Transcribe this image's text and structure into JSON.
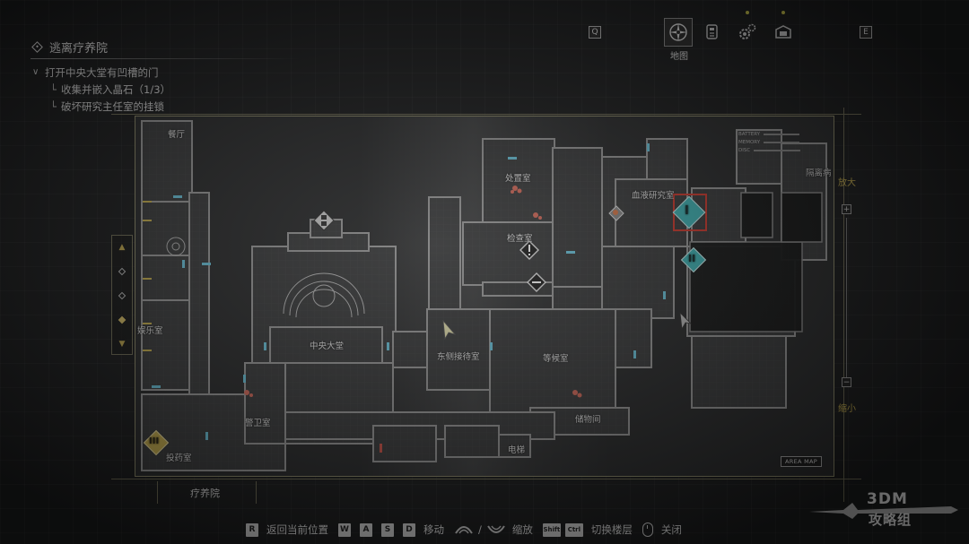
{
  "objectives": {
    "title": "逃离疗养院",
    "main": "打开中央大堂有凹槽的门",
    "subs": [
      "收集并嵌入晶石（1/3）",
      "破坏研究主任室的挂锁"
    ]
  },
  "tabs": {
    "key_left": "Q",
    "key_right": "E",
    "active_label": "地图",
    "items": [
      "map-compass-icon",
      "files-icon",
      "gear-icon",
      "inventory-box-icon"
    ]
  },
  "map": {
    "rooms": {
      "canteen": "餐厅",
      "treatment": "处置室",
      "blood_lab": "血液研究室",
      "isolation": "隔离病",
      "exam": "检查室",
      "recreation": "娱乐室",
      "central_hall": "中央大堂",
      "east_lounge": "东侧接待室",
      "waiting": "等候室",
      "guard": "警卫室",
      "storage": "储物间",
      "pharmacy": "投药室",
      "elevator": "电梯"
    },
    "zoom_in": "放大",
    "zoom_out": "缩小",
    "badge": "AREA MAP",
    "legend": [
      "BATTERY",
      "MEMORY",
      "DISC"
    ],
    "markers": {
      "objective_one": "I",
      "objective_two": "II",
      "objective_three": "III"
    },
    "floors": [
      "▲",
      "",
      "",
      "",
      "▼"
    ],
    "area_name": "疗养院",
    "colors": {
      "accent": "#d7bf68",
      "teal": "#3fb6b8",
      "red_highlight": "#d13a2e",
      "door": "#6cc6de"
    }
  },
  "controls": [
    {
      "keys": [
        "R"
      ],
      "label": "返回当前位置"
    },
    {
      "keys": [
        "W",
        "A",
        "S",
        "D"
      ],
      "label": "移动"
    },
    {
      "keys": [],
      "label": "缩放"
    },
    {
      "keys": [
        "Shift",
        "Ctrl"
      ],
      "label": "切换楼层"
    },
    {
      "keys": [],
      "label": "关闭"
    }
  ],
  "watermark": {
    "top": "3DM",
    "bottom": "攻略组"
  }
}
